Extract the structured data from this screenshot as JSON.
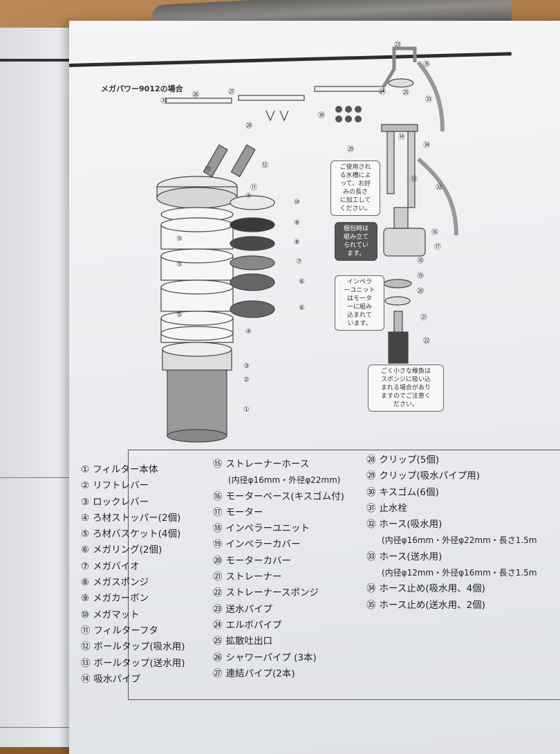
{
  "title": "メガパワー9012の場合",
  "callouts": {
    "cut": "ご使用され\nる水槽によ\nって、お好\nみの長さ\nに加工して\nください。",
    "assembled": "梱包時は\n組み立て\nられてい\nます。",
    "impeller": "インペラ\nーユニット\nはモータ\nーに組み\n込まれて\nいます。",
    "fry": "ごく小さな稚魚は\nスポンジに吸い込\nまれる場合があり\nますのでご注意く\nださい。"
  },
  "diagram_labels": {
    "left": [
      "⑪",
      "④",
      "⑩",
      "⑨",
      "⑤",
      "⑧",
      "⑦",
      "⑤",
      "⑥",
      "⑥",
      "⑤",
      "④",
      "③",
      "②",
      "①",
      "⑫",
      "⑬",
      "⑭",
      "⑮",
      "⑯",
      "⑰",
      "⑱",
      "⑲",
      "⑳",
      "㉑",
      "㉒",
      "㉓",
      "㉔",
      "㉕",
      "㉖",
      "㉗",
      "㉘",
      "㉙",
      "㉚",
      "㉛",
      "㉜",
      "㉝",
      "㉞",
      "㉟"
    ]
  },
  "legend": {
    "col1": [
      {
        "n": "①",
        "text": "フィルター本体"
      },
      {
        "n": "②",
        "text": "リフトレバー"
      },
      {
        "n": "③",
        "text": "ロックレバー"
      },
      {
        "n": "④",
        "text": "ろ材ストッパー(2個)"
      },
      {
        "n": "⑤",
        "text": "ろ材バスケット(4個)"
      },
      {
        "n": "⑥",
        "text": "メガリング(2個)"
      },
      {
        "n": "⑦",
        "text": "メガバイオ"
      },
      {
        "n": "⑧",
        "text": "メガスポンジ"
      },
      {
        "n": "⑨",
        "text": "メガカーボン"
      },
      {
        "n": "⑩",
        "text": "メガマット"
      },
      {
        "n": "⑪",
        "text": "フィルターフタ"
      },
      {
        "n": "⑫",
        "text": "ボールタップ(吸水用)"
      },
      {
        "n": "⑬",
        "text": "ボールタップ(送水用)"
      },
      {
        "n": "⑭",
        "text": "吸水パイプ"
      }
    ],
    "col2": [
      {
        "n": "⑮",
        "text": "ストレーナーホース"
      },
      {
        "sub": "(内径φ16mm・外径φ22mm)"
      },
      {
        "n": "⑯",
        "text": "モーターベース(キスゴム付)"
      },
      {
        "n": "⑰",
        "text": "モーター"
      },
      {
        "n": "⑱",
        "text": "インペラーユニット"
      },
      {
        "n": "⑲",
        "text": "インペラーカバー"
      },
      {
        "n": "⑳",
        "text": "モーターカバー"
      },
      {
        "n": "㉑",
        "text": "ストレーナー"
      },
      {
        "n": "㉒",
        "text": "ストレーナースポンジ"
      },
      {
        "n": "㉓",
        "text": "送水パイプ"
      },
      {
        "n": "㉔",
        "text": "エルボパイプ"
      },
      {
        "n": "㉕",
        "text": "拡散吐出口"
      },
      {
        "n": "㉖",
        "text": "シャワーパイプ (3本)"
      },
      {
        "n": "㉗",
        "text": "連結パイプ(2本)"
      }
    ],
    "col3": [
      {
        "n": "㉘",
        "text": "クリップ(5個)"
      },
      {
        "n": "㉙",
        "text": "クリップ(吸水パイプ用)"
      },
      {
        "n": "㉚",
        "text": "キスゴム(6個)"
      },
      {
        "n": "㉛",
        "text": "止水栓"
      },
      {
        "n": "㉜",
        "text": "ホース(吸水用)"
      },
      {
        "sub": "(内径φ16mm・外径φ22mm・長さ1.5m"
      },
      {
        "n": "㉝",
        "text": "ホース(送水用)"
      },
      {
        "sub": "(内径φ12mm・外径φ16mm・長さ1.5m"
      },
      {
        "n": "㉞",
        "text": "ホース止め(吸水用、4個)"
      },
      {
        "n": "㉟",
        "text": "ホース止め(送水用、2個)"
      }
    ]
  }
}
